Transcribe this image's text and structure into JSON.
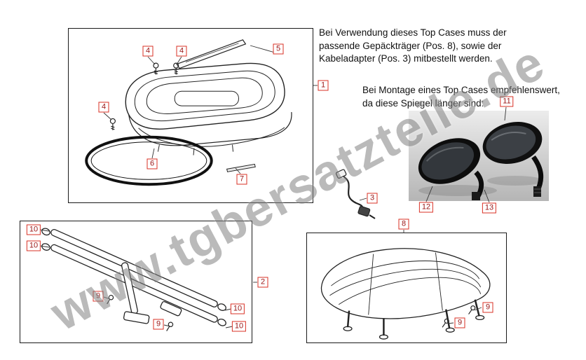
{
  "watermark": "www.tgbersatzteile.de",
  "notes": {
    "top_case_note": "Bei Verwendung dieses Top Cases muss der passende Gepäckträger (Pos. 8), sowie der Kabeladapter (Pos. 3) mitbestellt werden.",
    "mirror_note": "Bei Montage eines Top Cases empfehlenswert, da diese Spiegel länger sind:"
  },
  "callouts": {
    "top_case_assembly": "1",
    "crash_bar": "2",
    "cable_adapter": "3",
    "screw": "4",
    "trim_strip": "5",
    "seal_gasket": "6",
    "small_strip": "7",
    "luggage_rack": "8",
    "bolt": "9",
    "end_cap": "10",
    "mirror_set": "11",
    "mirror_left": "12",
    "mirror_right": "13"
  },
  "colors": {
    "callout_border": "#d93025",
    "callout_text": "#9a1515",
    "watermark_gray": "#828282",
    "line_color": "#1a1a1a"
  }
}
